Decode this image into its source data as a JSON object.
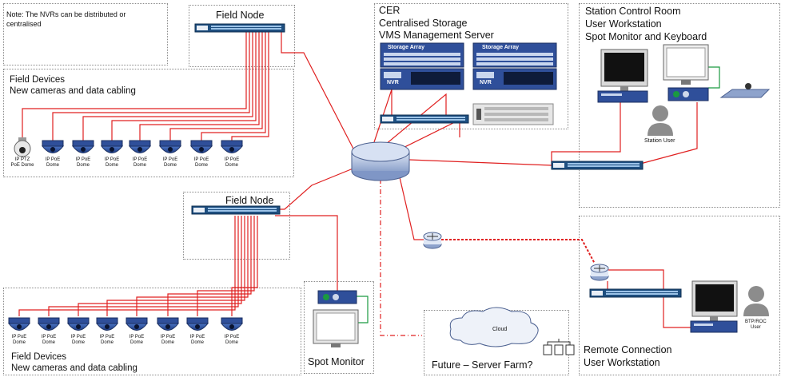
{
  "note": {
    "line1": "Note: The NVRs can be distributed or",
    "line2": "centralised"
  },
  "field_devices_top": {
    "title": "Field Devices",
    "subtitle": "New cameras and data cabling"
  },
  "field_devices_bottom": {
    "title": "Field Devices",
    "subtitle": "New cameras and data cabling"
  },
  "field_node_top": {
    "label": "Field Node"
  },
  "field_node_bottom": {
    "label": "Field Node"
  },
  "cer": {
    "line1": "CER",
    "line2": "Centralised Storage",
    "line3": "VMS Management Server",
    "storage_array": "Storage Array",
    "nvr": "NVR"
  },
  "station_control_room": {
    "line1": "Station Control Room",
    "line2": "User Workstation",
    "line3": "Spot Monitor and Keyboard",
    "user": "Station User"
  },
  "remote_connection": {
    "line1": "Remote Connection",
    "line2": "User Workstation",
    "user_line1": "BTP/ROC",
    "user_line2": "User"
  },
  "spot_monitor": {
    "label": "Spot Monitor"
  },
  "server_farm": {
    "label": "Future – Server Farm?",
    "cloud": "Cloud"
  },
  "cameras_top": [
    {
      "line1": "IP PTZ",
      "line2": "PoE Dome"
    },
    {
      "line1": "IP PoE",
      "line2": "Dome"
    },
    {
      "line1": "IP PoE",
      "line2": "Dome"
    },
    {
      "line1": "IP PoE",
      "line2": "Dome"
    },
    {
      "line1": "IP PoE",
      "line2": "Dome"
    },
    {
      "line1": "IP PoE",
      "line2": "Dome"
    },
    {
      "line1": "IP PoE",
      "line2": "Dome"
    },
    {
      "line1": "IP PoE",
      "line2": "Dome"
    }
  ],
  "cameras_bottom": [
    {
      "line1": "IP PoE",
      "line2": "Dome"
    },
    {
      "line1": "IP PoE",
      "line2": "Dome"
    },
    {
      "line1": "IP PoE",
      "line2": "Dome"
    },
    {
      "line1": "IP PoE",
      "line2": "Dome"
    },
    {
      "line1": "IP PoE",
      "line2": "Dome"
    },
    {
      "line1": "IP PoE",
      "line2": "Dome"
    },
    {
      "line1": "IP PoE",
      "line2": "Dome"
    },
    {
      "line1": "IP PoE",
      "line2": "Dome"
    }
  ],
  "colors": {
    "cable": "#e02020",
    "device_blue": "#2f4f9a",
    "switch_blue": "#1e4f80"
  }
}
